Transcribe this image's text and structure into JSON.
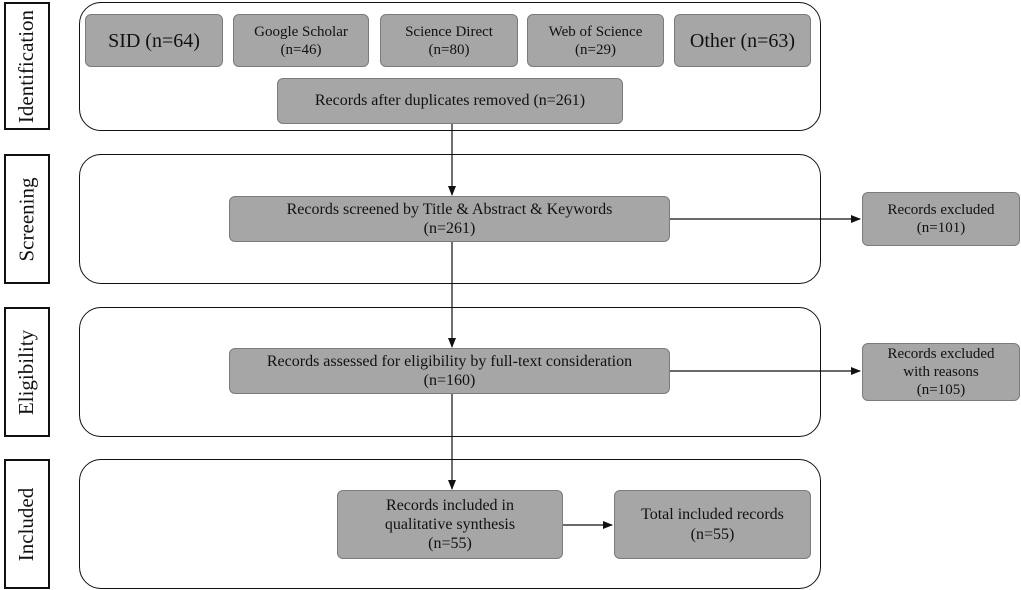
{
  "stages": {
    "identification": "Identification",
    "screening": "Screening",
    "eligibility": "Eligibility",
    "included": "Included"
  },
  "sources": {
    "sid": "SID (n=64)",
    "google_scholar": {
      "name": "Google Scholar",
      "count": "(n=46)"
    },
    "science_direct": {
      "name": "Science Direct",
      "count": "(n=80)"
    },
    "web_of_science": {
      "name": "Web of Science",
      "count": "(n=29)"
    },
    "other": "Other (n=63)"
  },
  "boxes": {
    "duplicates_removed": "Records after duplicates removed (n=261)",
    "screened": {
      "line1": "Records screened by Title & Abstract & Keywords",
      "line2": "(n=261)"
    },
    "excluded": {
      "line1": "Records excluded",
      "line2": "(n=101)"
    },
    "assessed": {
      "line1": "Records assessed for eligibility by full-text consideration",
      "line2": "(n=160)"
    },
    "excluded_reasons": {
      "line1": "Records excluded",
      "line2": "with reasons",
      "line3": "(n=105)"
    },
    "qualitative": {
      "line1": "Records included in",
      "line2": "qualitative synthesis",
      "line3": "(n=55)"
    },
    "total": {
      "line1": "Total included records",
      "line2": "(n=55)"
    }
  }
}
